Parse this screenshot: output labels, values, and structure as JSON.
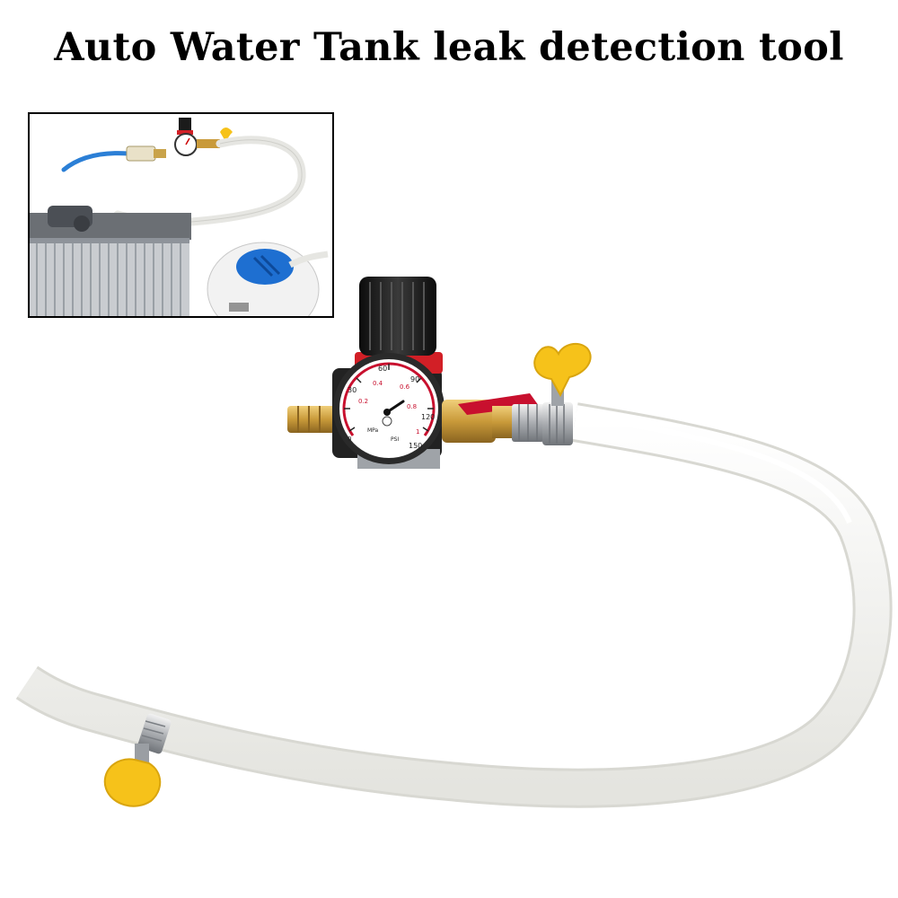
{
  "title": "Auto Water Tank leak detection tool",
  "inset": {
    "description_icons": [
      "air-line-icon",
      "quick-coupler-icon",
      "radiator-icon",
      "reservoir-tank-icon"
    ]
  },
  "gauge": {
    "outer_scale": [
      "30",
      "60",
      "90",
      "120",
      "150"
    ],
    "inner_scale": [
      "0.2",
      "0.4",
      "0.6",
      "0.8"
    ],
    "unit_left": "MPa",
    "unit_right": "PSI",
    "zero": "0",
    "one": "1"
  },
  "colors": {
    "hose": "#f1f1ee",
    "valve_handle": "#f6c21a",
    "brass": "#c99a3a",
    "regulator_cap": "#1a1a1a",
    "regulator_ring": "#d21f26"
  }
}
